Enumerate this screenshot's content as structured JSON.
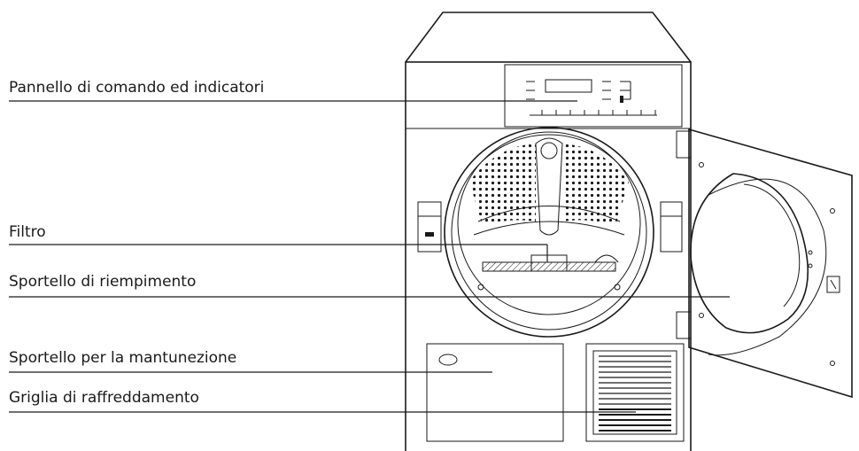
{
  "labels": {
    "control_panel": "Pannello di comando ed indicatori",
    "filter": "Filtro",
    "loading_door": "Sportello di riempimento",
    "maintenance_door": "Sportello per la mantunezione",
    "cooling_grille": "Griglia di raffreddamento"
  },
  "colors": {
    "line": "#1a1a1a",
    "background": "#ffffff"
  }
}
